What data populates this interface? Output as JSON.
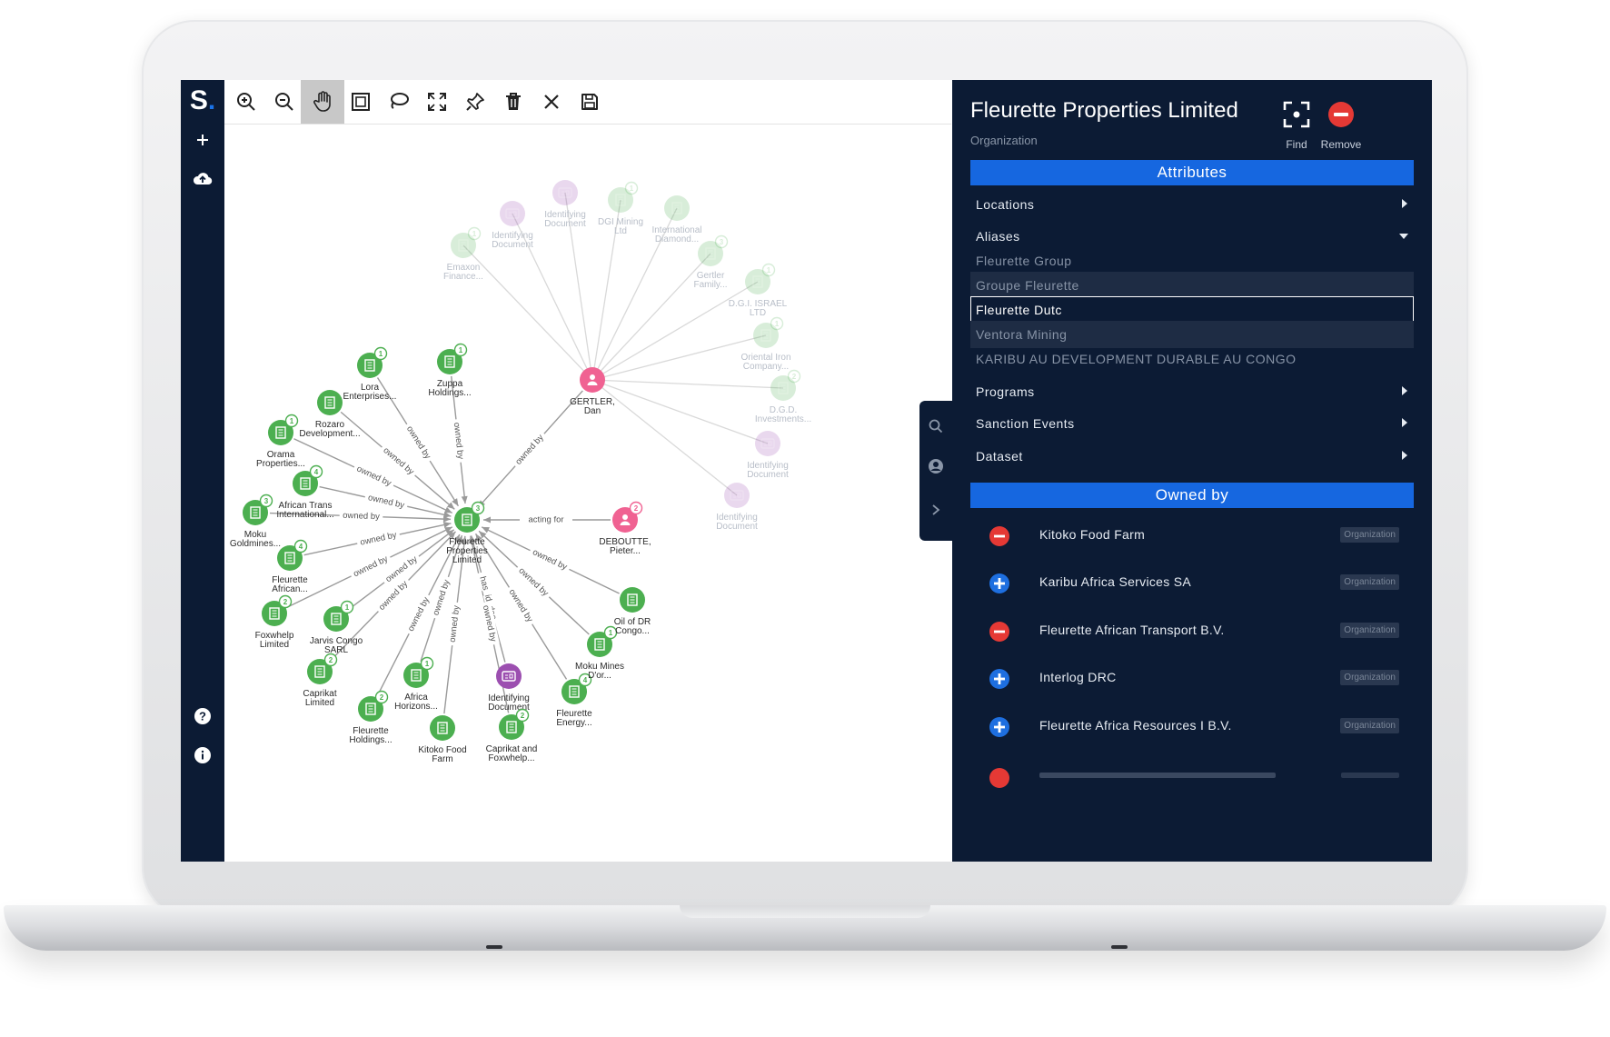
{
  "app": {
    "logo_letter": "S",
    "logo_dot": "."
  },
  "toolbar": {
    "icons": [
      "zoom-in-icon",
      "zoom-out-icon",
      "hand-pan-icon",
      "select-frame-icon",
      "lasso-icon",
      "fullscreen-icon",
      "pin-icon",
      "trash-icon",
      "close-icon",
      "save-icon"
    ],
    "active": "hand-pan-icon"
  },
  "colors": {
    "nav": "#0c1b34",
    "accent": "#1667e0",
    "organization": "#4caf50",
    "person": "#f06292",
    "document": "#9c4fb0",
    "remove": "#e53935",
    "add": "#1e6fe0"
  },
  "graph": {
    "center": {
      "label": [
        "Fleurette",
        "Properties",
        "Limited"
      ],
      "count": "3"
    },
    "nodes": [
      {
        "id": "lora",
        "label": [
          "Lora",
          "Enterprises..."
        ],
        "count": "1",
        "kind": "org"
      },
      {
        "id": "zuppa",
        "label": [
          "Zuppa",
          "Holdings..."
        ],
        "count": "1",
        "kind": "org"
      },
      {
        "id": "rozaro",
        "label": [
          "Rozaro",
          "Development..."
        ],
        "count": "",
        "kind": "org"
      },
      {
        "id": "orama",
        "label": [
          "Orama",
          "Properties..."
        ],
        "count": "1",
        "kind": "org"
      },
      {
        "id": "african_trans",
        "label": [
          "African Trans",
          "International..."
        ],
        "count": "4",
        "kind": "org"
      },
      {
        "id": "moku_gold",
        "label": [
          "Moku",
          "Goldmines..."
        ],
        "count": "3",
        "kind": "org"
      },
      {
        "id": "fleurette_african",
        "label": [
          "Fleurette",
          "African..."
        ],
        "count": "4",
        "kind": "org"
      },
      {
        "id": "foxwhelp",
        "label": [
          "Foxwhelp",
          "Limited"
        ],
        "count": "2",
        "kind": "org"
      },
      {
        "id": "jarvis",
        "label": [
          "Jarvis Congo",
          "SARL"
        ],
        "count": "1",
        "kind": "org"
      },
      {
        "id": "caprikat",
        "label": [
          "Caprikat",
          "Limited"
        ],
        "count": "2",
        "kind": "org"
      },
      {
        "id": "fleurette_holdings",
        "label": [
          "Fleurette",
          "Holdings..."
        ],
        "count": "2",
        "kind": "org"
      },
      {
        "id": "africa_horizons",
        "label": [
          "Africa",
          "Horizons..."
        ],
        "count": "1",
        "kind": "org"
      },
      {
        "id": "kitoko",
        "label": [
          "Kitoko Food",
          "Farm"
        ],
        "count": "",
        "kind": "org"
      },
      {
        "id": "iddoc",
        "label": [
          "Identifying",
          "Document"
        ],
        "count": "",
        "kind": "doc"
      },
      {
        "id": "caprikat_fox",
        "label": [
          "Caprikat and",
          "Foxwhelp..."
        ],
        "count": "2",
        "kind": "org"
      },
      {
        "id": "fleurette_energy",
        "label": [
          "Fleurette",
          "Energy..."
        ],
        "count": "4",
        "kind": "org"
      },
      {
        "id": "moku_mines",
        "label": [
          "Moku Mines",
          "D'or..."
        ],
        "count": "1",
        "kind": "org"
      },
      {
        "id": "oil",
        "label": [
          "Oil of DR",
          "Congo..."
        ],
        "count": "",
        "kind": "org"
      },
      {
        "id": "deboutte",
        "label": [
          "DEBOUTTE,",
          "Pieter..."
        ],
        "count": "2",
        "kind": "person"
      },
      {
        "id": "gertler",
        "label": [
          "GERTLER,",
          "Dan"
        ],
        "count": "",
        "kind": "person"
      }
    ],
    "faded_nodes": [
      {
        "id": "f_emaxon",
        "label": [
          "Emaxon",
          "Finance..."
        ],
        "count": "1",
        "kind": "org"
      },
      {
        "id": "f_iddoc1",
        "label": [
          "Identifying",
          "Document"
        ],
        "count": "",
        "kind": "doc"
      },
      {
        "id": "f_iddoc2",
        "label": [
          "Identifying",
          "Document"
        ],
        "count": "",
        "kind": "doc"
      },
      {
        "id": "f_dgi",
        "label": [
          "DGI Mining",
          "Ltd"
        ],
        "count": "1",
        "kind": "org"
      },
      {
        "id": "f_intl",
        "label": [
          "International",
          "Diamond..."
        ],
        "count": "",
        "kind": "org"
      },
      {
        "id": "f_gertler_family",
        "label": [
          "Gertler",
          "Family..."
        ],
        "count": "3",
        "kind": "org"
      },
      {
        "id": "f_dgi_israel",
        "label": [
          "D.G.I. ISRAEL",
          "LTD"
        ],
        "count": "1",
        "kind": "org"
      },
      {
        "id": "f_oriental",
        "label": [
          "Oriental Iron",
          "Company..."
        ],
        "count": "1",
        "kind": "org"
      },
      {
        "id": "f_dgd",
        "label": [
          "D.G.D.",
          "Investments..."
        ],
        "count": "2",
        "kind": "org"
      },
      {
        "id": "f_iddoc3",
        "label": [
          "Identifying",
          "Document"
        ],
        "count": "",
        "kind": "doc"
      },
      {
        "id": "f_iddoc4",
        "label": [
          "Identifying",
          "Document"
        ],
        "count": "",
        "kind": "doc"
      }
    ],
    "edges": [
      {
        "from": "lora",
        "label": "owned by"
      },
      {
        "from": "zuppa",
        "label": "owned by"
      },
      {
        "from": "rozaro",
        "label": "owned by"
      },
      {
        "from": "orama",
        "label": "owned by"
      },
      {
        "from": "african_trans",
        "label": "owned by"
      },
      {
        "from": "moku_gold",
        "label": "owned by"
      },
      {
        "from": "fleurette_african",
        "label": "owned by"
      },
      {
        "from": "foxwhelp",
        "label": "owned by"
      },
      {
        "from": "jarvis",
        "label": "owned by"
      },
      {
        "from": "caprikat",
        "label": "owned by"
      },
      {
        "from": "fleurette_holdings",
        "label": "owned by"
      },
      {
        "from": "africa_horizons",
        "label": "owned by"
      },
      {
        "from": "kitoko",
        "label": "owned by"
      },
      {
        "from": "iddoc",
        "label": "has_id_doc"
      },
      {
        "from": "caprikat_fox",
        "label": "owned by"
      },
      {
        "from": "fleurette_energy",
        "label": "owned by"
      },
      {
        "from": "moku_mines",
        "label": "owned by"
      },
      {
        "from": "oil",
        "label": "owned by"
      },
      {
        "from": "deboutte",
        "label": "acting for"
      },
      {
        "from": "gertler",
        "label": "owned by"
      }
    ]
  },
  "panel": {
    "title": "Fleurette Properties Limited",
    "subtitle": "Organization",
    "find_label": "Find",
    "remove_label": "Remove",
    "attributes_label": "Attributes",
    "locations_label": "Locations",
    "aliases_label": "Aliases",
    "aliases": [
      "Fleurette Group",
      "Groupe Fleurette",
      "Ventora Mining",
      "KARIBU AU DEVELOPMENT DURABLE AU CONGO"
    ],
    "alias_input_value": "Fleurette Dutc",
    "programs_label": "Programs",
    "sanction_events_label": "Sanction Events",
    "dataset_label": "Dataset",
    "owned_by_label": "Owned by",
    "owners": [
      {
        "name": "Kitoko Food Farm",
        "type": "Organization",
        "action": "remove"
      },
      {
        "name": "Karibu Africa Services SA",
        "type": "Organization",
        "action": "add"
      },
      {
        "name": "Fleurette African Transport B.V.",
        "type": "Organization",
        "action": "remove"
      },
      {
        "name": "Interlog DRC",
        "type": "Organization",
        "action": "add"
      },
      {
        "name": "Fleurette Africa Resources I B.V.",
        "type": "Organization",
        "action": "add"
      }
    ]
  }
}
